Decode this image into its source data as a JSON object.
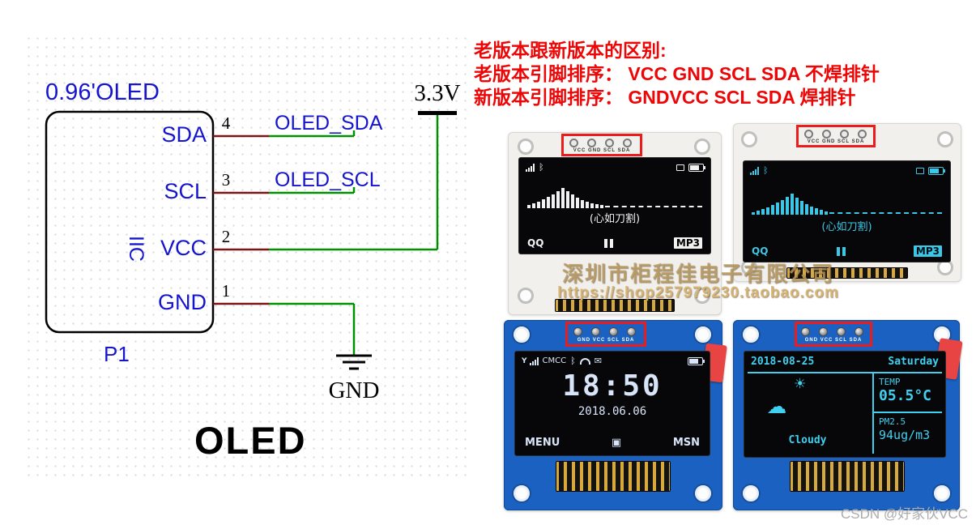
{
  "colors": {
    "schematic_blue": "#1515d0",
    "wire_green": "#009100",
    "pin_stub_dark_red": "#7a1616",
    "note_red": "#ee0505",
    "highlight_red": "#ec1c1c",
    "pcb_blue": "#1a61c1",
    "screen_white": "#f2f2f2",
    "screen_cyan": "#3cc7e6"
  },
  "schematic": {
    "title": "0.96'OLED",
    "ref_des": "P1",
    "caption": "OLED",
    "bus_label": "IIC",
    "power_label": "3.3V",
    "ground_label": "GND",
    "pins": [
      {
        "name": "SDA",
        "number": "4",
        "net": "OLED_SDA"
      },
      {
        "name": "SCL",
        "number": "3",
        "net": "OLED_SCL"
      },
      {
        "name": "VCC",
        "number": "2",
        "net": "3.3V"
      },
      {
        "name": "GND",
        "number": "1",
        "net": "GND"
      }
    ]
  },
  "notes": {
    "title": "老版本跟新版本的区别:",
    "old_version": "老版本引脚排序：  VCC GND SCL SDA 不焊排针",
    "new_version": "新版本引脚排序：  GNDVCC SCL SDA  焊排针"
  },
  "icons": {
    "bluetooth": "ᛒ",
    "mail": "✉",
    "antenna": "Y",
    "sun": "☀",
    "cloud": "☁",
    "menu_center": "▣"
  },
  "modules": {
    "m1": {
      "pin_labels": "VCC GND SCL SDA",
      "song": "(心如刀割)",
      "left_app": "QQ",
      "right_app": "MP3",
      "eq_bars": [
        4,
        6,
        8,
        11,
        14,
        17,
        21,
        25,
        21,
        17,
        13,
        10,
        8,
        6,
        5,
        4
      ]
    },
    "m2": {
      "pin_labels": "VCC GND SCL SDA",
      "song": "(心如刀割)",
      "left_app": "QQ",
      "right_app": "MP3",
      "eq_bars": [
        3,
        5,
        7,
        9,
        12,
        15,
        18,
        22,
        26,
        21,
        17,
        13,
        10,
        8,
        6,
        4
      ]
    },
    "m3": {
      "pin_labels": "GND VCC SCL SDA",
      "carrier": "CMCC",
      "time": "18:50",
      "date": "2018.06.06",
      "menu_left": "MENU",
      "menu_right": "MSN"
    },
    "m4": {
      "pin_labels": "GND VCC SCL SDA",
      "date": "2018-08-25",
      "day": "Saturday",
      "temp_label": "TEMP",
      "temp_value": "05.5°C",
      "pm_label": "PM2.5",
      "pm_value": "94ug/m3",
      "condition": "Cloudy"
    }
  },
  "watermarks": {
    "company": "深圳市柜程佳电子有限公司",
    "url": "https://shop257979230.taobao.com",
    "csdn": "CSDN @好家伙VCC"
  }
}
